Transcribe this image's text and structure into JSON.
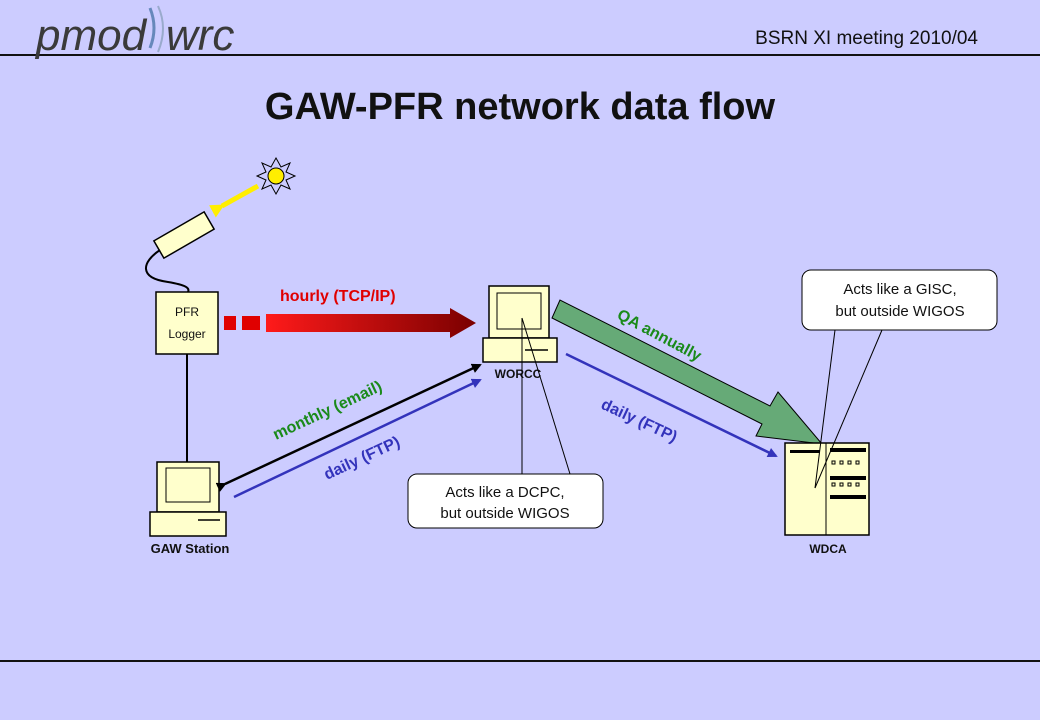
{
  "header": {
    "logo_left": "pmod",
    "logo_right": "wrc",
    "meeting": "BSRN XI meeting  2010/04"
  },
  "title": "GAW-PFR network data flow",
  "nodes": {
    "pfr_logger_line1": "PFR",
    "pfr_logger_line2": "Logger",
    "worcc": "WORCC",
    "gaw_station": "GAW  Station",
    "wdca": "WDCA"
  },
  "flows": {
    "hourly": "hourly (TCP/IP)",
    "monthly": "monthly (email)",
    "daily_station": "daily (FTP)",
    "qa": "QA annually",
    "daily_wdca": "daily (FTP)"
  },
  "callouts": {
    "dcpc_line1": "Acts like a DCPC,",
    "dcpc_line2": "but outside WIGOS",
    "gisc_line1": "Acts like a GISC,",
    "gisc_line2": "but outside WIGOS"
  },
  "colors": {
    "background": "#ccccff",
    "tcp_red": "#e00000",
    "email_green": "#1a8a1a",
    "ftp_blue": "#3333bb",
    "qa_arrow": "#66aa77",
    "sun": "#ffee00"
  },
  "icons": [
    "sun-icon",
    "pyrheliometer-icon",
    "computer-icon",
    "server-icon"
  ]
}
